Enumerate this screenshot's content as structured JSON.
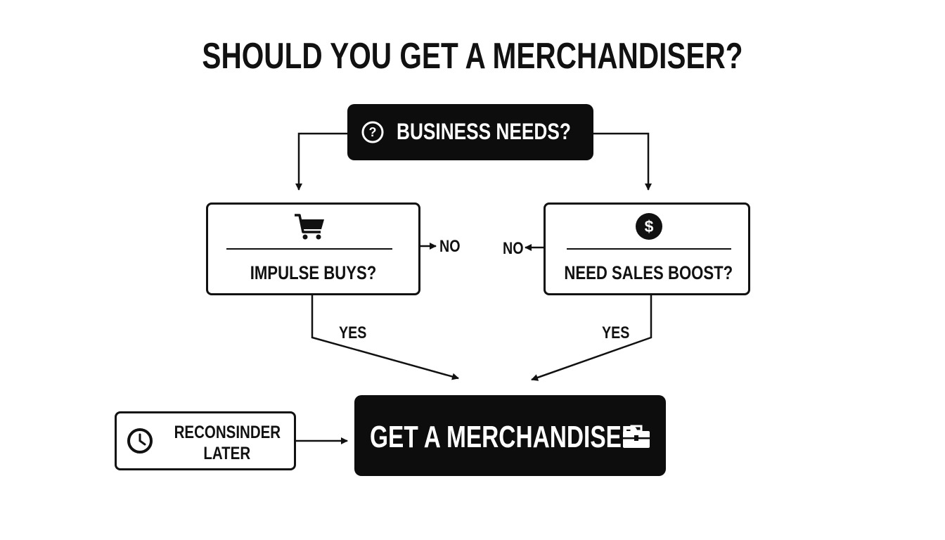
{
  "title": "SHOULD YOU GET A MERCHANDISER?",
  "nodes": {
    "business_needs": {
      "label": "BUSINESS NEEDS?",
      "icon": "question-icon"
    },
    "impulse_buys": {
      "label": "IMPULSE BUYS?",
      "icon": "shopping-cart-icon"
    },
    "sales_boost": {
      "label": "NEED SALES BOOST?",
      "icon": "dollar-icon"
    },
    "reconsider": {
      "line1": "RECONSINDER",
      "line2": "LATER",
      "icon": "clock-icon"
    },
    "merchandiser": {
      "label": "GET A MERCHANDISER",
      "icon": "briefcase-icon"
    }
  },
  "edges": {
    "impulse_no": "NO",
    "sales_no": "NO",
    "impulse_yes": "YES",
    "sales_yes": "YES"
  },
  "colors": {
    "ink": "#111111",
    "dark_box": "#0d0d0d",
    "background": "#ffffff"
  }
}
